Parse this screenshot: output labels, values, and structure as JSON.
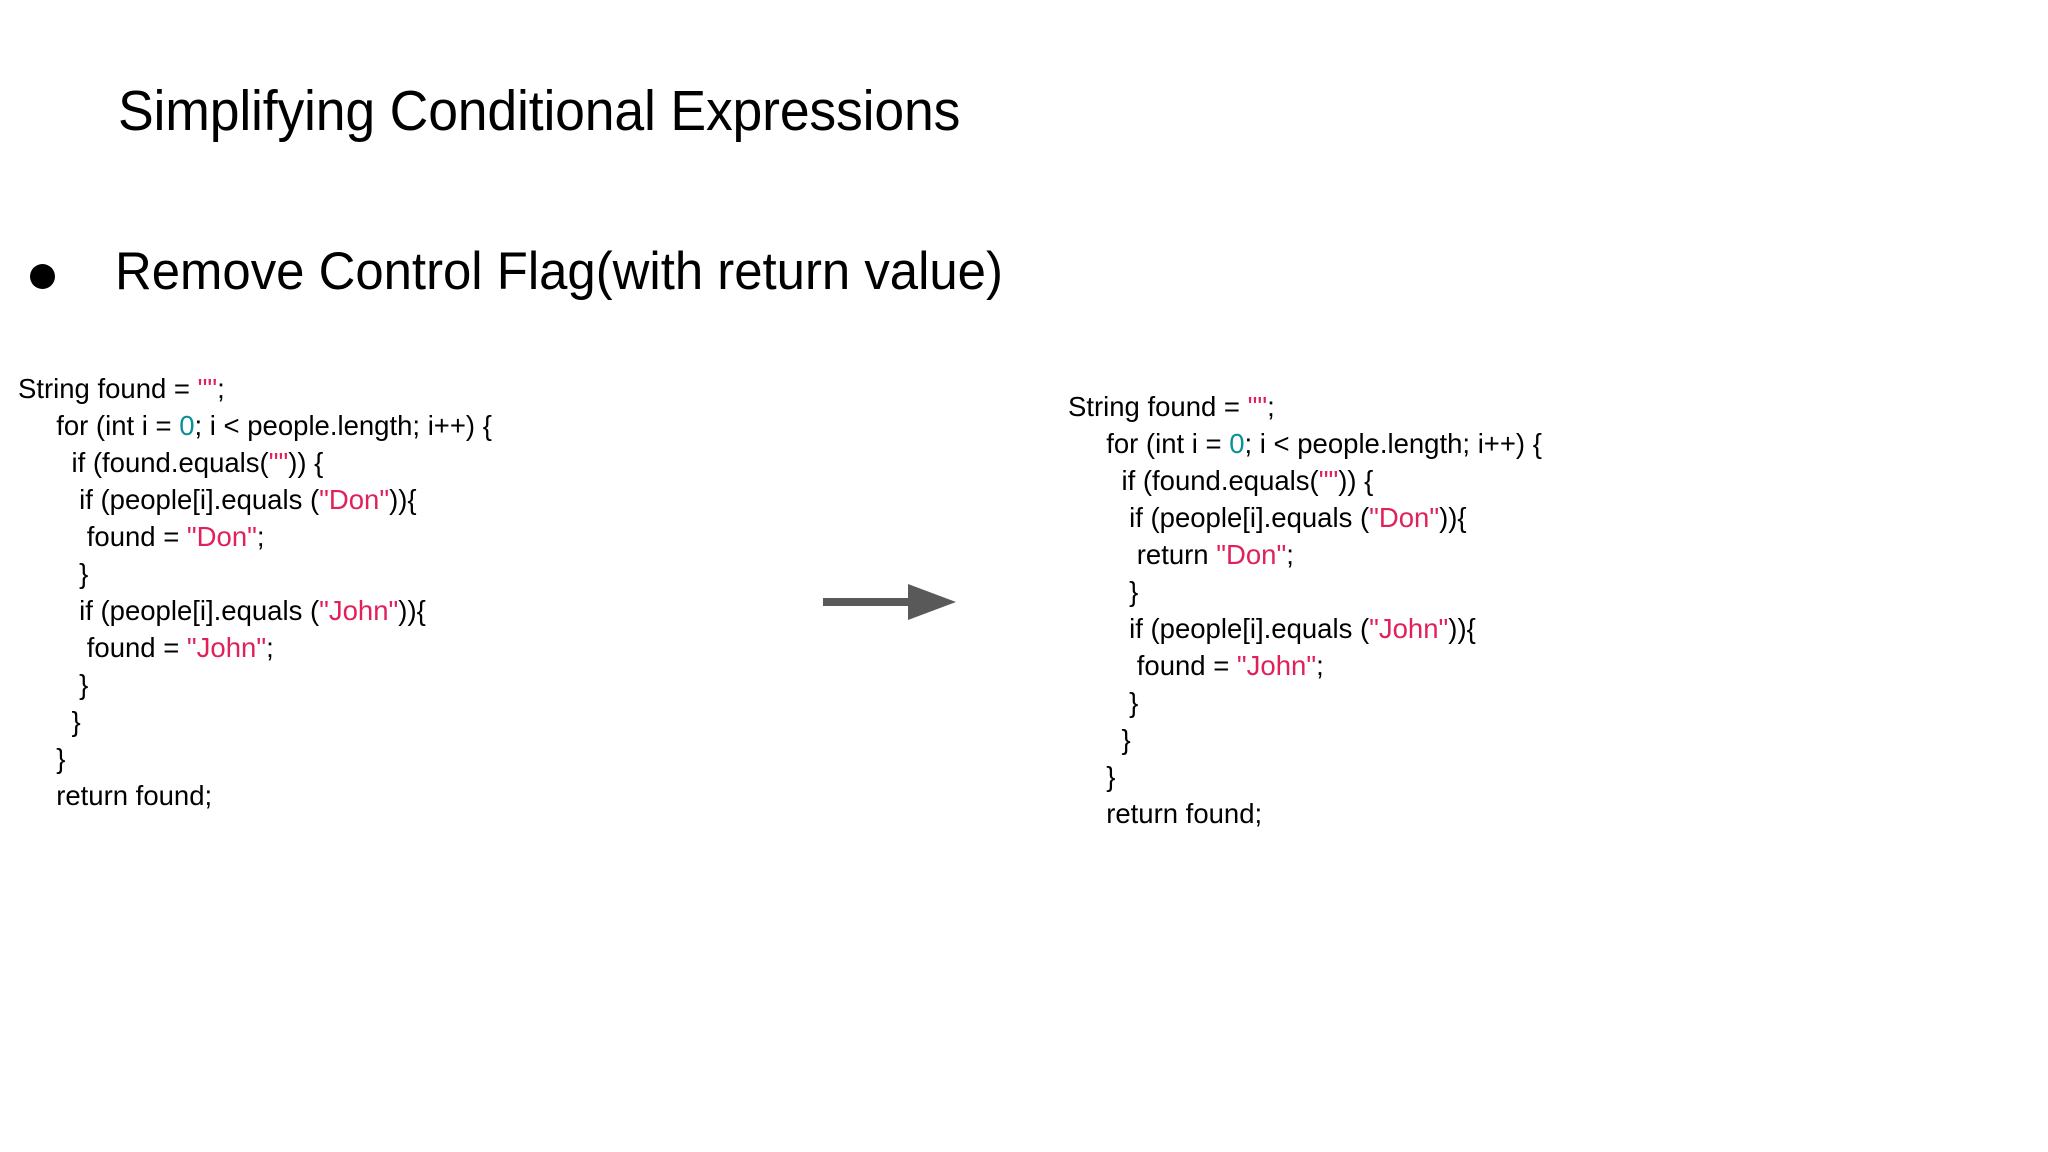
{
  "slide": {
    "title": "Simplifying Conditional Expressions",
    "bullet": {
      "marker": "bullet-dot",
      "text": "Remove Control Flag(with return value)"
    },
    "arrow": {
      "icon": "arrow-right-icon",
      "color": "#595959",
      "direction": "right"
    }
  },
  "colors": {
    "background": "#ffffff",
    "text": "#000000",
    "string_literal": "#e0215a",
    "number_literal": "#0c8f96",
    "arrow": "#595959"
  },
  "code_before": {
    "label": "before-refactoring",
    "language": "java",
    "lines": [
      [
        {
          "t": "String found = ",
          "c": "plain"
        },
        {
          "t": "\"\"",
          "c": "str"
        },
        {
          "t": ";",
          "c": "plain"
        }
      ],
      [
        {
          "t": "     for (int i = ",
          "c": "plain"
        },
        {
          "t": "0",
          "c": "num"
        },
        {
          "t": "; i < people.length; i++) {",
          "c": "plain"
        }
      ],
      [
        {
          "t": "       if (found.equals(",
          "c": "plain"
        },
        {
          "t": "\"\"",
          "c": "str"
        },
        {
          "t": ")) {",
          "c": "plain"
        }
      ],
      [
        {
          "t": "        if (people[i].equals (",
          "c": "plain"
        },
        {
          "t": "\"Don\"",
          "c": "str"
        },
        {
          "t": ")){",
          "c": "plain"
        }
      ],
      [
        {
          "t": "         found = ",
          "c": "plain"
        },
        {
          "t": "\"Don\"",
          "c": "str"
        },
        {
          "t": ";",
          "c": "plain"
        }
      ],
      [
        {
          "t": "        }",
          "c": "plain"
        }
      ],
      [
        {
          "t": "        if (people[i].equals (",
          "c": "plain"
        },
        {
          "t": "\"John\"",
          "c": "str"
        },
        {
          "t": ")){",
          "c": "plain"
        }
      ],
      [
        {
          "t": "         found = ",
          "c": "plain"
        },
        {
          "t": "\"John\"",
          "c": "str"
        },
        {
          "t": ";",
          "c": "plain"
        }
      ],
      [
        {
          "t": "        }",
          "c": "plain"
        }
      ],
      [
        {
          "t": "       }",
          "c": "plain"
        }
      ],
      [
        {
          "t": "     }",
          "c": "plain"
        }
      ],
      [
        {
          "t": "     return found;",
          "c": "plain"
        }
      ]
    ]
  },
  "code_after": {
    "label": "after-refactoring",
    "language": "java",
    "lines": [
      [
        {
          "t": "String found = ",
          "c": "plain"
        },
        {
          "t": "\"\"",
          "c": "str"
        },
        {
          "t": ";",
          "c": "plain"
        }
      ],
      [
        {
          "t": "     for (int i = ",
          "c": "plain"
        },
        {
          "t": "0",
          "c": "num"
        },
        {
          "t": "; i < people.length; i++) {",
          "c": "plain"
        }
      ],
      [
        {
          "t": "       if (found.equals(",
          "c": "plain"
        },
        {
          "t": "\"\"",
          "c": "str"
        },
        {
          "t": ")) {",
          "c": "plain"
        }
      ],
      [
        {
          "t": "        if (people[i].equals (",
          "c": "plain"
        },
        {
          "t": "\"Don\"",
          "c": "str"
        },
        {
          "t": ")){",
          "c": "plain"
        }
      ],
      [
        {
          "t": "         return ",
          "c": "plain"
        },
        {
          "t": "\"Don\"",
          "c": "str"
        },
        {
          "t": ";",
          "c": "plain"
        }
      ],
      [
        {
          "t": "        }",
          "c": "plain"
        }
      ],
      [
        {
          "t": "        if (people[i].equals (",
          "c": "plain"
        },
        {
          "t": "\"John\"",
          "c": "str"
        },
        {
          "t": ")){",
          "c": "plain"
        }
      ],
      [
        {
          "t": "         found = ",
          "c": "plain"
        },
        {
          "t": "\"John\"",
          "c": "str"
        },
        {
          "t": ";",
          "c": "plain"
        }
      ],
      [
        {
          "t": "        }",
          "c": "plain"
        }
      ],
      [
        {
          "t": "       }",
          "c": "plain"
        }
      ],
      [
        {
          "t": "     }",
          "c": "plain"
        }
      ],
      [
        {
          "t": "     return found;",
          "c": "plain"
        }
      ]
    ]
  }
}
